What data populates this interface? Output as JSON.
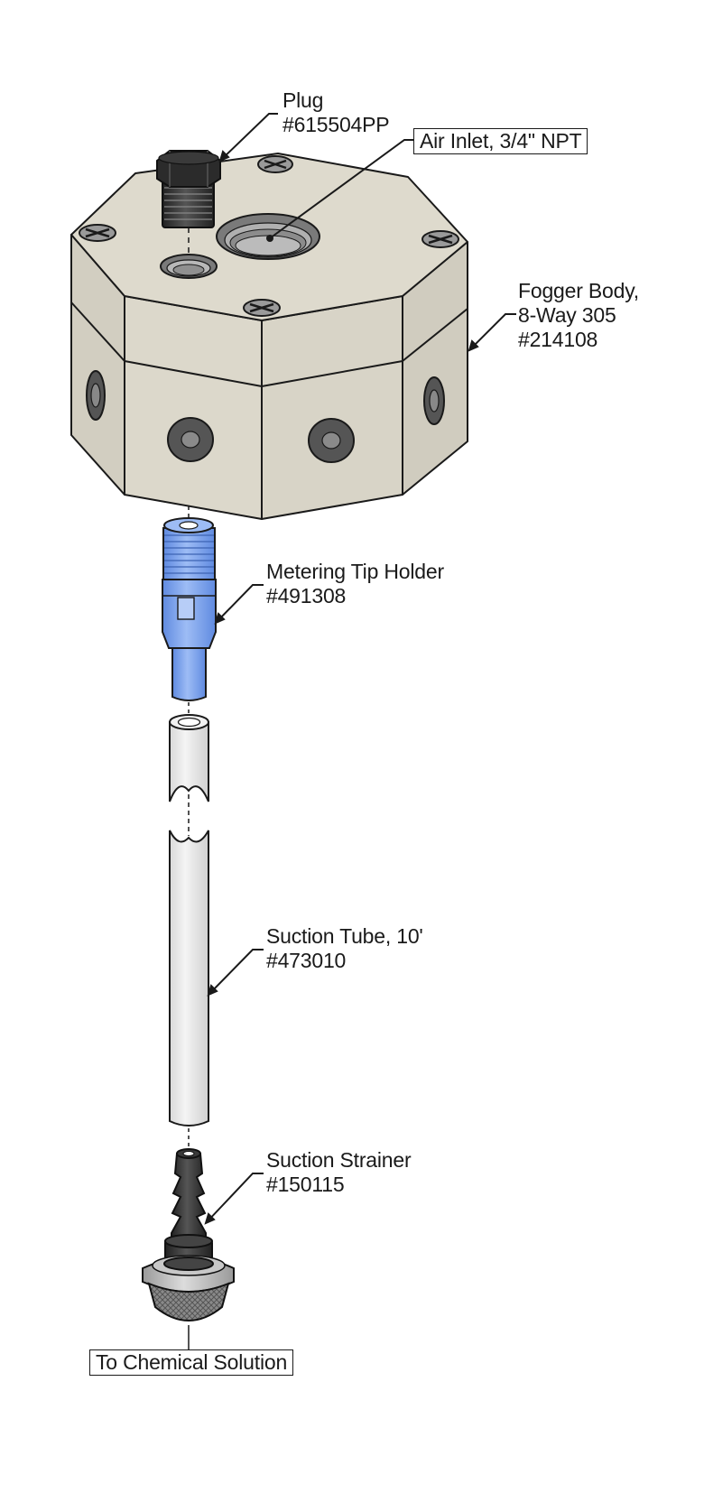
{
  "labels": {
    "plug": {
      "name": "Plug",
      "part": "#615504PP"
    },
    "air_inlet": {
      "text": "Air Inlet, 3/4\" NPT"
    },
    "fogger_body": {
      "name": "Fogger Body,",
      "model": "8-Way 305",
      "part": "#214108"
    },
    "metering_tip_holder": {
      "name": "Metering Tip Holder",
      "part": "#491308"
    },
    "suction_tube": {
      "name": "Suction Tube, 10'",
      "part": "#473010"
    },
    "suction_strainer": {
      "name": "Suction Strainer",
      "part": "#150115"
    },
    "chemical_solution": {
      "text": "To Chemical Solution"
    }
  },
  "colors": {
    "body_fill": "#d9d5c8",
    "body_side": "#d4d0c3",
    "holder_blue": "#7ea6ec",
    "tube_fill": "#e4e4e4",
    "strainer_dark": "#333333",
    "outline": "#1a1a1a"
  }
}
